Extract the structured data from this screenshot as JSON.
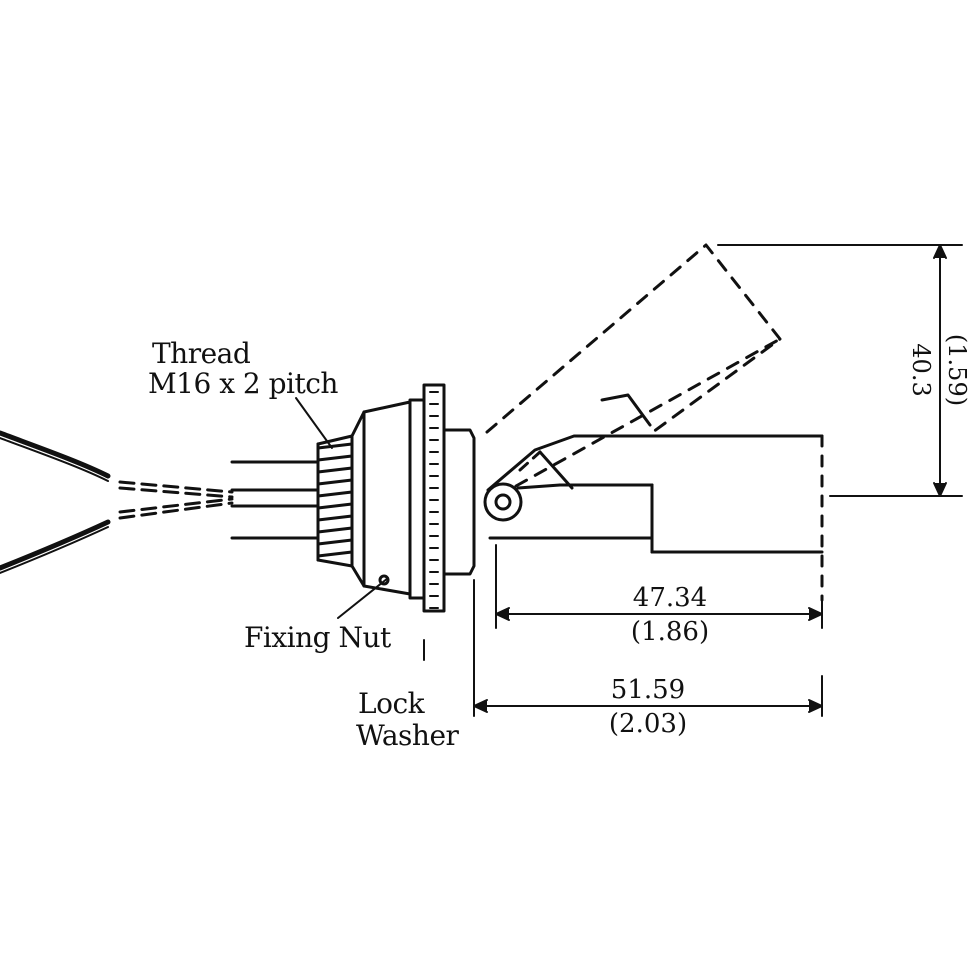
{
  "labels": {
    "thread_line1": "Thread",
    "thread_line2": "M16 x 2 pitch",
    "fixing_nut": "Fixing Nut",
    "lock_washer_line1": "Lock",
    "lock_washer_line2": "Washer"
  },
  "dimensions": {
    "height_mm": "40.3",
    "height_in": "(1.59)",
    "length_short_mm": "47.34",
    "length_short_in": "(1.86)",
    "length_long_mm": "51.59",
    "length_long_in": "(2.03)"
  },
  "colors": {
    "ink": "#111111",
    "background": "#ffffff"
  }
}
